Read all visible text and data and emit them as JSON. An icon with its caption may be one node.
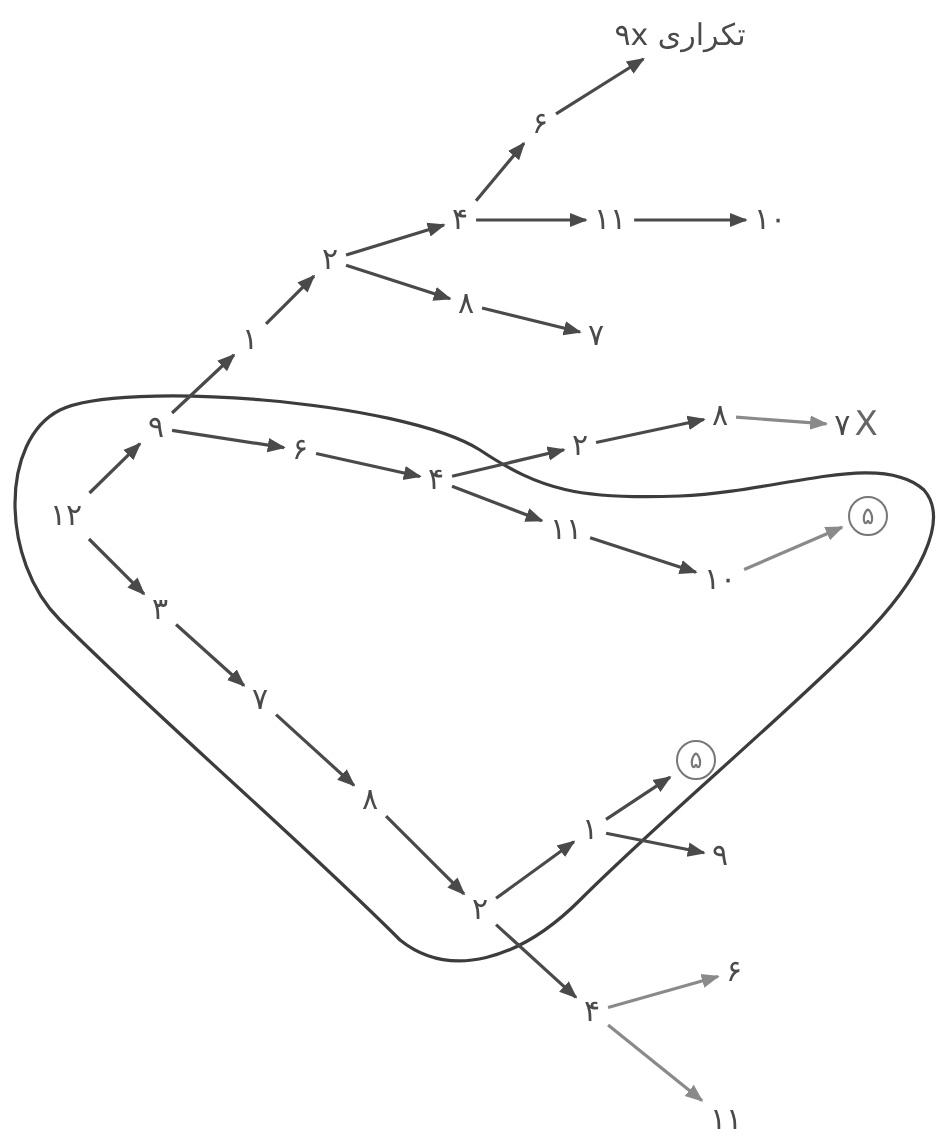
{
  "diagram": {
    "nodes": [
      {
        "text": [
          "۱۲"
        ]
      },
      {
        "text": [
          "۹"
        ]
      },
      {
        "text": [
          "۱"
        ]
      },
      {
        "text": [
          "۲"
        ]
      },
      {
        "text": [
          "۴"
        ]
      },
      {
        "text": [
          "۶"
        ]
      },
      {
        "text": [
          "۹x تکراری"
        ]
      },
      {
        "text": [
          "۱۱"
        ]
      },
      {
        "text": [
          "۱۰"
        ]
      },
      {
        "text": [
          "۸"
        ]
      },
      {
        "text": [
          "۷"
        ]
      },
      {
        "text": [
          "۶"
        ]
      },
      {
        "text": [
          "۴"
        ]
      },
      {
        "text": [
          "۲"
        ]
      },
      {
        "text": [
          "۸"
        ]
      },
      {
        "text": [
          "۷"
        ],
        "beside": [
          "X"
        ]
      },
      {
        "text": [
          "۱۱"
        ]
      },
      {
        "text": [
          "۱۰"
        ]
      },
      {
        "text": [],
        "shape": "circle"
      },
      {
        "text": [
          "۵"
        ],
        "in": 18
      },
      {
        "text": [
          "۳"
        ]
      },
      {
        "text": [
          "۷"
        ]
      },
      {
        "text": [
          "۸"
        ]
      },
      {
        "text": [
          "۲"
        ]
      },
      {
        "text": [
          "۱"
        ]
      },
      {
        "text": [],
        "shape": "circle"
      },
      {
        "text": [
          "۵"
        ],
        "in": 25
      },
      {
        "text": [
          "۹"
        ]
      },
      {
        "text": [
          "۴"
        ]
      },
      {
        "text": [
          "۶"
        ]
      },
      {
        "text": [
          "۱۱"
        ]
      }
    ],
    "edges": [
      {
        "from": 0,
        "to": 1,
        "arrow": "to"
      },
      {
        "from": 1,
        "to": 2,
        "arrow": "to"
      },
      {
        "from": 2,
        "to": 3,
        "arrow": "to"
      },
      {
        "from": 3,
        "to": 4,
        "arrow": "to"
      },
      {
        "from": 4,
        "to": 5,
        "arrow": "to"
      },
      {
        "from": 5,
        "to": 6,
        "arrow": "to"
      },
      {
        "from": 4,
        "to": 7,
        "arrow": "to"
      },
      {
        "from": 7,
        "to": 8,
        "arrow": "to"
      },
      {
        "from": 3,
        "to": 9,
        "arrow": "to"
      },
      {
        "from": 9,
        "to": 10,
        "arrow": "to"
      },
      {
        "from": 1,
        "to": 11,
        "arrow": "to"
      },
      {
        "from": 11,
        "to": 12,
        "arrow": "to"
      },
      {
        "from": 12,
        "to": 13,
        "arrow": "to"
      },
      {
        "from": 13,
        "to": 14,
        "arrow": "to"
      },
      {
        "from": 14,
        "to": 15,
        "arrow": "to",
        "color": "#8a8a8a"
      },
      {
        "from": 12,
        "to": 16,
        "arrow": "to"
      },
      {
        "from": 16,
        "to": 17,
        "arrow": "to"
      },
      {
        "from": 17,
        "to": 18,
        "arrow": "to",
        "color": "#8a8a8a"
      },
      {
        "from": 0,
        "to": 20,
        "arrow": "to"
      },
      {
        "from": 20,
        "to": 21,
        "arrow": "to"
      },
      {
        "from": 21,
        "to": 22,
        "arrow": "to"
      },
      {
        "from": 22,
        "to": 23,
        "arrow": "to"
      },
      {
        "from": 23,
        "to": 24,
        "arrow": "to"
      },
      {
        "from": 24,
        "to": 25,
        "arrow": "to"
      },
      {
        "from": 24,
        "to": 27,
        "arrow": "to"
      },
      {
        "from": 23,
        "to": 28,
        "arrow": "to"
      },
      {
        "from": 28,
        "to": 29,
        "arrow": "to",
        "color": "#8a8a8a"
      },
      {
        "from": 28,
        "to": 30,
        "arrow": "to",
        "color": "#8a8a8a"
      }
    ]
  }
}
